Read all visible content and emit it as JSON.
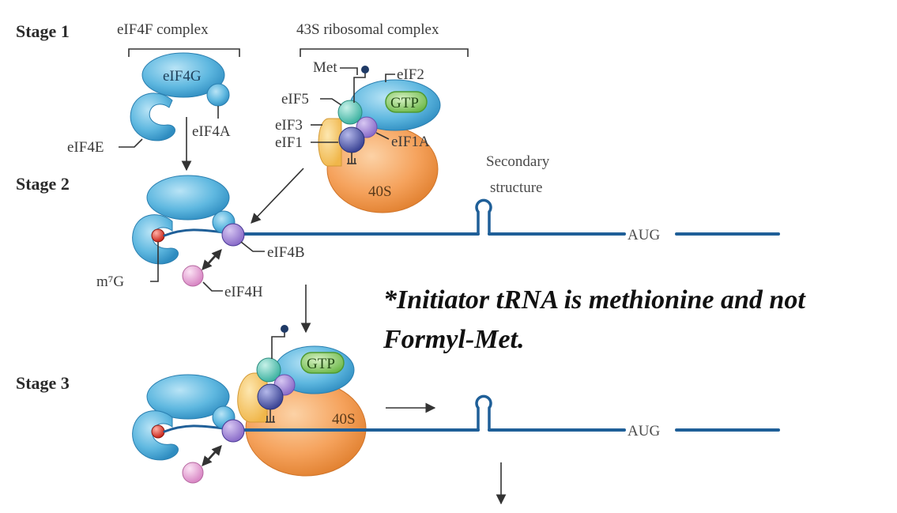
{
  "stages": {
    "stage1": "Stage 1",
    "stage2": "Stage 2",
    "stage3": "Stage 3"
  },
  "complexes": {
    "eif4f": "eIF4F complex",
    "ribosomal43s": "43S ribosomal complex"
  },
  "labels": {
    "eif4g": "eIF4G",
    "eif4e": "eIF4E",
    "eif4a": "eIF4A",
    "met": "Met",
    "eif2": "eIF2",
    "gtp": "GTP",
    "eif5": "eIF5",
    "eif3": "eIF3",
    "eif1": "eIF1",
    "eif1a": "eIF1A",
    "s40": "40S",
    "secondary_structure_line1": "Secondary",
    "secondary_structure_line2": "structure",
    "aug": "AUG",
    "eif4b": "eIF4B",
    "m7g": "m⁷G",
    "eif4h": "eIF4H"
  },
  "note": {
    "line1": "*Initiator tRNA is methionine and not",
    "line2": "Formyl-Met."
  },
  "colors": {
    "blue_protein": "#5fb8e0",
    "orange_ribosome": "#f5a25c",
    "yellow_eif3": "#f5c66a",
    "teal_eif5": "#6fd0c0",
    "purple_eif1": "#5560b0",
    "pink_eif4h": "#e9a9d8",
    "red_cap": "#e2463a",
    "gtp_green": "#8fcf6a",
    "mrna_blue": "#1f5f98"
  }
}
